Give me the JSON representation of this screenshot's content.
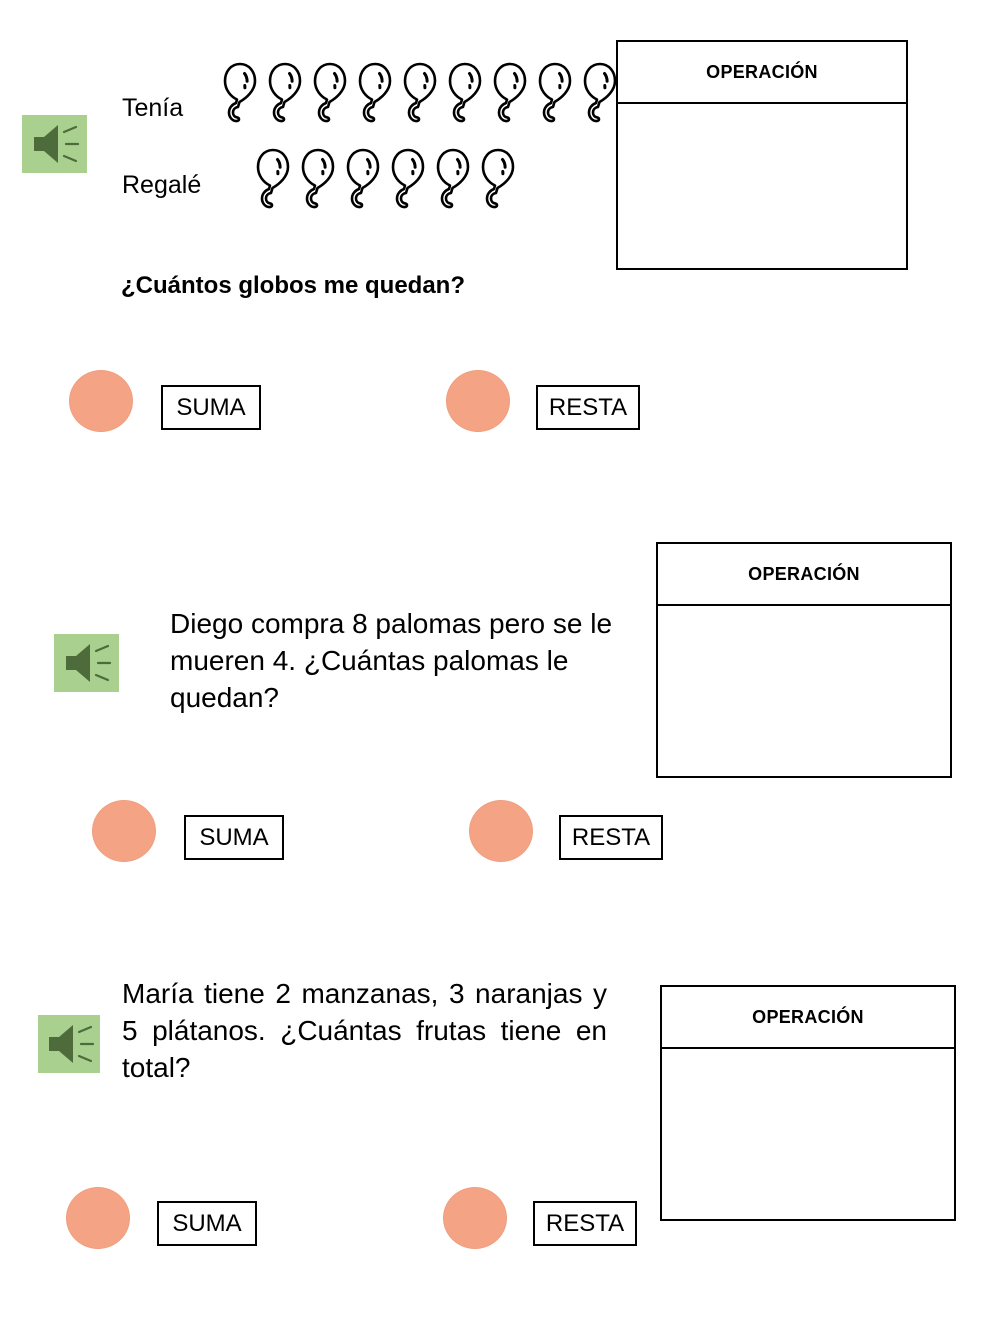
{
  "page": {
    "background": "#ffffff",
    "accent_green": "#a9d08e",
    "accent_green_dark": "#4e6b3c",
    "accent_salmon": "#f4a485",
    "border_color": "#000000"
  },
  "icons": {
    "speaker": "speaker-icon"
  },
  "operation_box": {
    "header_label": "OPERACIÓN",
    "body_value": ""
  },
  "choices": {
    "suma_label": "SUMA",
    "resta_label": "RESTA"
  },
  "exercises": [
    {
      "id": "exercise-1",
      "speaker_icon": "speaker-icon",
      "type": "balloons",
      "rows": [
        {
          "label": "Tenía",
          "count": 9
        },
        {
          "label": "Regalé",
          "count": 6
        }
      ],
      "question": "¿Cuántos globos me quedan?",
      "operation_header": "OPERACIÓN",
      "answer_value": "",
      "options": [
        {
          "label": "SUMA",
          "selected": false
        },
        {
          "label": "RESTA",
          "selected": false
        }
      ]
    },
    {
      "id": "exercise-2",
      "speaker_icon": "speaker-icon",
      "type": "word-problem",
      "text": "Diego compra 8 palomas pero se le mueren 4. ¿Cuántas palomas le quedan?",
      "operation_header": "OPERACIÓN",
      "answer_value": "",
      "options": [
        {
          "label": "SUMA",
          "selected": false
        },
        {
          "label": "RESTA",
          "selected": false
        }
      ]
    },
    {
      "id": "exercise-3",
      "speaker_icon": "speaker-icon",
      "type": "word-problem",
      "text": "María tiene 2 manzanas, 3 naranjas y 5 plátanos. ¿Cuántas frutas tiene en total?",
      "operation_header": "OPERACIÓN",
      "answer_value": "",
      "options": [
        {
          "label": "SUMA",
          "selected": false
        },
        {
          "label": "RESTA",
          "selected": false
        }
      ]
    }
  ]
}
